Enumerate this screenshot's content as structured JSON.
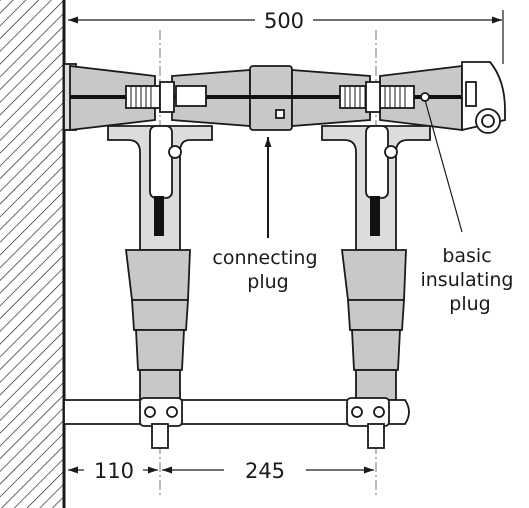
{
  "dimensions": {
    "width_total": "500",
    "offset_wall": "110",
    "spacing": "245"
  },
  "labels": {
    "connecting_plug": [
      "connecting",
      "plug"
    ],
    "basic_insulating_plug": [
      "basic",
      "insulating",
      "plug"
    ]
  }
}
